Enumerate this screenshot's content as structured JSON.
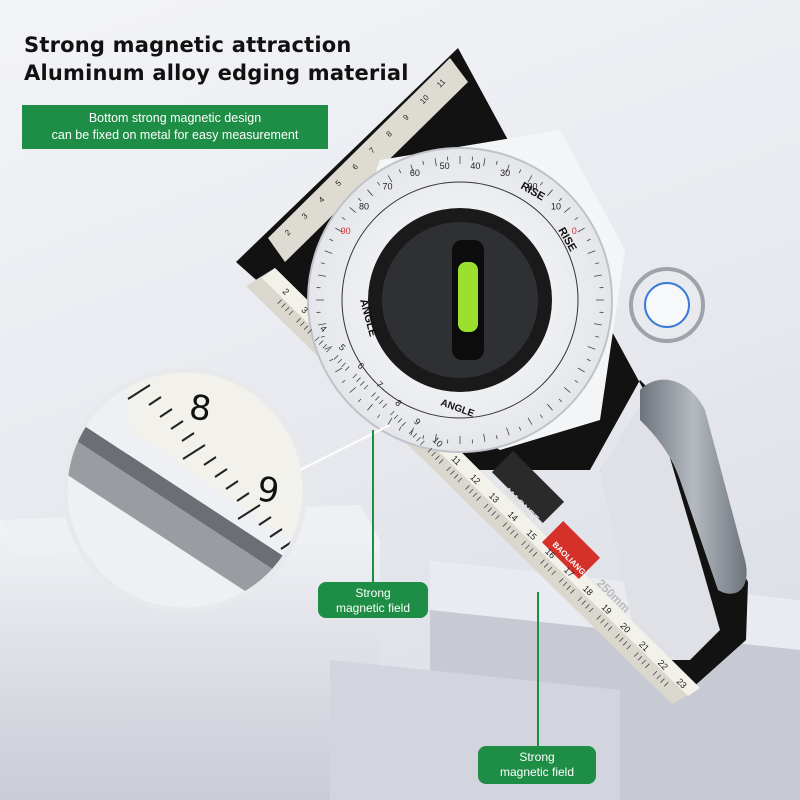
{
  "headline": {
    "line1": "Strong magnetic attraction",
    "line2": "Aluminum alloy edging material"
  },
  "info_box": {
    "line1": "Bottom strong magnetic design",
    "line2": "can be fixed on metal for easy measurement"
  },
  "callouts": [
    {
      "line1": "Strong",
      "line2": "magnetic field"
    },
    {
      "line1": "Strong",
      "line2": "magnetic field"
    }
  ],
  "device": {
    "magnet_label": "MAGNET",
    "brand_label": "BAOLIANG",
    "length_label": "250mm",
    "dial_labels": [
      "RISE",
      "RISE",
      "ANGLE",
      "ANGLE"
    ],
    "dial_numbers": [
      "90",
      "80",
      "70",
      "60",
      "50",
      "40",
      "30",
      "20",
      "10",
      "0"
    ],
    "ruler_numbers": [
      "2",
      "3",
      "4",
      "5",
      "6",
      "7",
      "8",
      "9",
      "10",
      "11",
      "12",
      "13",
      "14",
      "15",
      "16",
      "17",
      "18",
      "19",
      "20",
      "21",
      "22",
      "23"
    ],
    "upper_ruler_numbers": [
      "2",
      "3",
      "4",
      "5",
      "6",
      "7",
      "8",
      "9",
      "10",
      "11"
    ],
    "zoom_numbers": [
      "8",
      "9"
    ]
  },
  "colors": {
    "accent_green": "#1e8d45",
    "device_body": "#111111",
    "ruler": "#d8d6cc",
    "grip": "#8e949c",
    "bubble": "#9be02c",
    "rise_red": "#d6302a"
  }
}
